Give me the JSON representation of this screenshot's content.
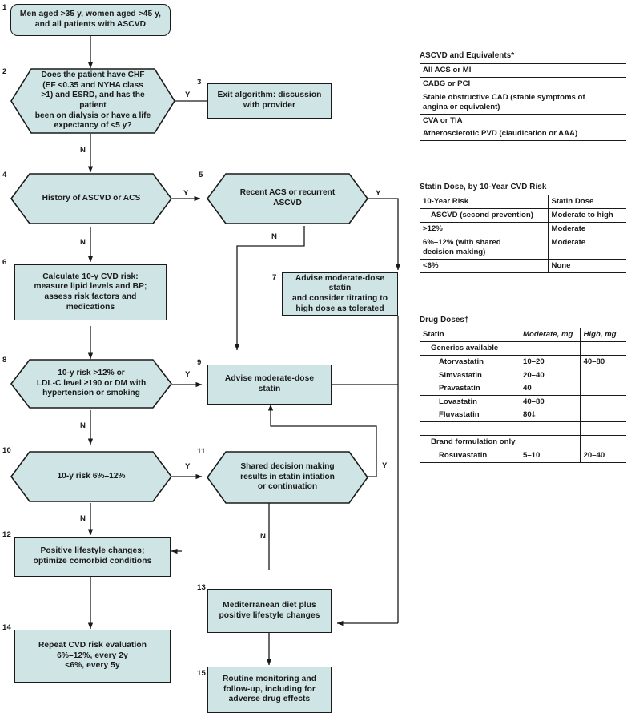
{
  "colors": {
    "node_fill": "#cfe4e4",
    "stroke": "#1a1a1a",
    "background": "#ffffff"
  },
  "flowchart": {
    "nodes": [
      {
        "id": "1",
        "shape": "rounded-rect",
        "text": "Men aged >35 y, women aged >45 y,\nand all patients with ASCVD"
      },
      {
        "id": "2",
        "shape": "hexagon",
        "text": "Does the patient have CHF\n(EF <0.35 and NYHA class\n>1) and ESRD, and has the patient\nbeen on dialysis or have a life\nexpectancy of <5 y?"
      },
      {
        "id": "3",
        "shape": "rect",
        "text": "Exit algorithm: discussion\nwith provider"
      },
      {
        "id": "4",
        "shape": "hexagon",
        "text": "History of ASCVD or ACS"
      },
      {
        "id": "5",
        "shape": "hexagon",
        "text": "Recent ACS or recurrent\nASCVD"
      },
      {
        "id": "6",
        "shape": "rect",
        "text": "Calculate 10-y CVD risk:\nmeasure lipid levels and BP;\nassess risk factors and\nmedications"
      },
      {
        "id": "7",
        "shape": "rect",
        "text": "Advise moderate-dose statin\nand consider titrating to\nhigh dose as tolerated"
      },
      {
        "id": "8",
        "shape": "hexagon",
        "text": "10-y risk >12% or\nLDL-C level ≥190 or DM with\nhypertension or smoking"
      },
      {
        "id": "9",
        "shape": "rect",
        "text": "Advise moderate-dose statin"
      },
      {
        "id": "10",
        "shape": "hexagon",
        "text": "10-y risk 6%–12%"
      },
      {
        "id": "11",
        "shape": "hexagon",
        "text": "Shared decision making\nresults in statin intiation\nor continuation"
      },
      {
        "id": "12",
        "shape": "rect",
        "text": "Positive lifestyle changes;\noptimize comorbid conditions"
      },
      {
        "id": "13",
        "shape": "rect",
        "text": "Mediterranean diet plus\npositive lifestyle changes"
      },
      {
        "id": "14",
        "shape": "rect",
        "text": "Repeat CVD risk evaluation\n6%–12%, every 2y\n<6%, every 5y"
      },
      {
        "id": "15",
        "shape": "rect",
        "text": "Routine monitoring and\nfollow-up, including for\nadverse drug effects"
      }
    ],
    "edge_labels": [
      {
        "key": "e2y",
        "label": "Y"
      },
      {
        "key": "e2n",
        "label": "N"
      },
      {
        "key": "e4y",
        "label": "Y"
      },
      {
        "key": "e4n",
        "label": "N"
      },
      {
        "key": "e5y",
        "label": "Y"
      },
      {
        "key": "e5n",
        "label": "N"
      },
      {
        "key": "e8y",
        "label": "Y"
      },
      {
        "key": "e8n",
        "label": "N"
      },
      {
        "key": "e10y",
        "label": "Y"
      },
      {
        "key": "e10n",
        "label": "N"
      },
      {
        "key": "e11y",
        "label": "Y"
      },
      {
        "key": "e11n",
        "label": "N"
      }
    ]
  },
  "tables": {
    "ascvd": {
      "caption": "ASCVD and Equivalents*",
      "rows": [
        "All ACS or MI",
        "CABG or PCI",
        "Stable obstructive CAD (stable symptoms of\n    angina or equivalent)",
        "CVA or TIA",
        "Atherosclerotic PVD (claudication or AAA)"
      ]
    },
    "statin_dose": {
      "caption": "Statin Dose, by 10-Year CVD Risk",
      "headers": [
        "10-Year Risk",
        "Statin Dose"
      ],
      "rows": [
        {
          "risk": "ASCVD (second prevention)",
          "dose": "Moderate to high",
          "indent": 1
        },
        {
          "risk": ">12%",
          "dose": "Moderate",
          "indent": 0
        },
        {
          "risk": "6%–12% (with shared\ndecision making)",
          "dose": "Moderate",
          "indent": 0
        },
        {
          "risk": "<6%",
          "dose": "None",
          "indent": 0
        }
      ]
    },
    "drug_doses": {
      "caption": "Drug Doses†",
      "headers": [
        "Statin",
        "Moderate, mg",
        "High, mg"
      ],
      "rows": [
        {
          "statin": "Generics available",
          "moderate": "",
          "high": "",
          "indent": 1,
          "group": true
        },
        {
          "statin": "Atorvastatin",
          "moderate": "10–20",
          "high": "40–80",
          "indent": 2,
          "group": false
        },
        {
          "statin": "Simvastatin",
          "moderate": "20–40",
          "high": "",
          "indent": 2,
          "group": false
        },
        {
          "statin": "Pravastatin",
          "moderate": "40",
          "high": "",
          "indent": 2,
          "group": false
        },
        {
          "statin": "Lovastatin",
          "moderate": "40–80",
          "high": "",
          "indent": 2,
          "group": false
        },
        {
          "statin": "Fluvastatin",
          "moderate": "80‡",
          "high": "",
          "indent": 2,
          "group": false
        },
        {
          "statin": "",
          "moderate": "",
          "high": "",
          "indent": 0,
          "group": false
        },
        {
          "statin": "Brand formulation only",
          "moderate": "",
          "high": "",
          "indent": 1,
          "group": true
        },
        {
          "statin": "Rosuvastatin",
          "moderate": "5–10",
          "high": "20–40",
          "indent": 2,
          "group": false
        }
      ]
    }
  }
}
